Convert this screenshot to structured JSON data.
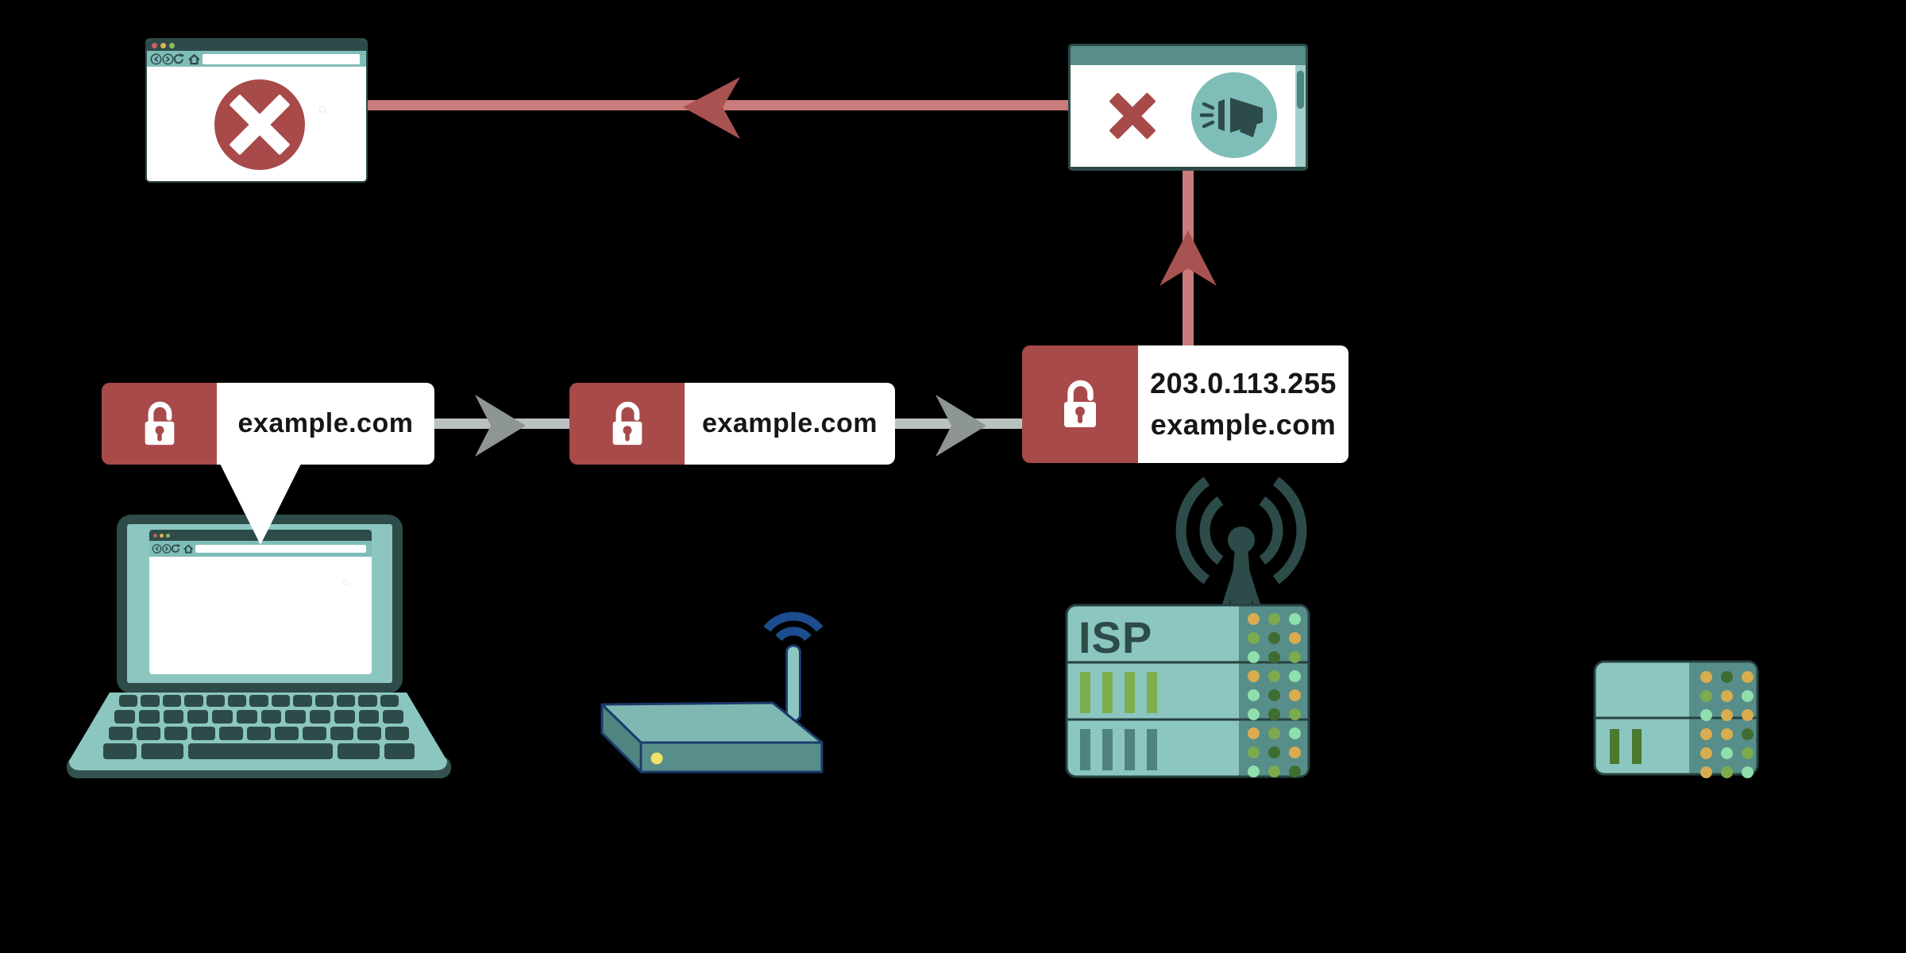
{
  "flow": {
    "request_hop1": {
      "host": "example.com"
    },
    "request_hop2": {
      "host": "example.com"
    },
    "response_hop": {
      "ip": "203.0.113.255",
      "host": "example.com"
    }
  },
  "isp_server": {
    "label": "ISP"
  },
  "icons": {
    "blocked_page": "circle-x",
    "block_notice": "megaphone",
    "insecure_connection": "open-padlock",
    "router_signal": "wifi-arcs",
    "isp_signal": "radio-antenna"
  },
  "palette": {
    "background": "#000000",
    "dark_teal": "#2d4b49",
    "teal": "#7fbdb9",
    "teal_light": "#8cc6c0",
    "teal_mid": "#578e8a",
    "red": "#a84a4a",
    "red_arrow_shaft": "#ca7b7b",
    "red_arrow_head": "#a85252",
    "gray_arrow_shaft": "#b9c2c0",
    "gray_arrow_head": "#8d9595",
    "outline_navy": "#1c3a6b",
    "wifi_blue": "#1d4c8f",
    "led_yellow": "#efe26a",
    "bar_green": "#7fae4e",
    "bar_teal": "#4e837e",
    "bar_dark_green": "#4a7a2e",
    "led_dots": {
      "y": "#d9ac50",
      "g": "#7cab4f",
      "d": "#3f6c30",
      "m": "#8fdfad",
      "l": "#9fc25a"
    }
  }
}
